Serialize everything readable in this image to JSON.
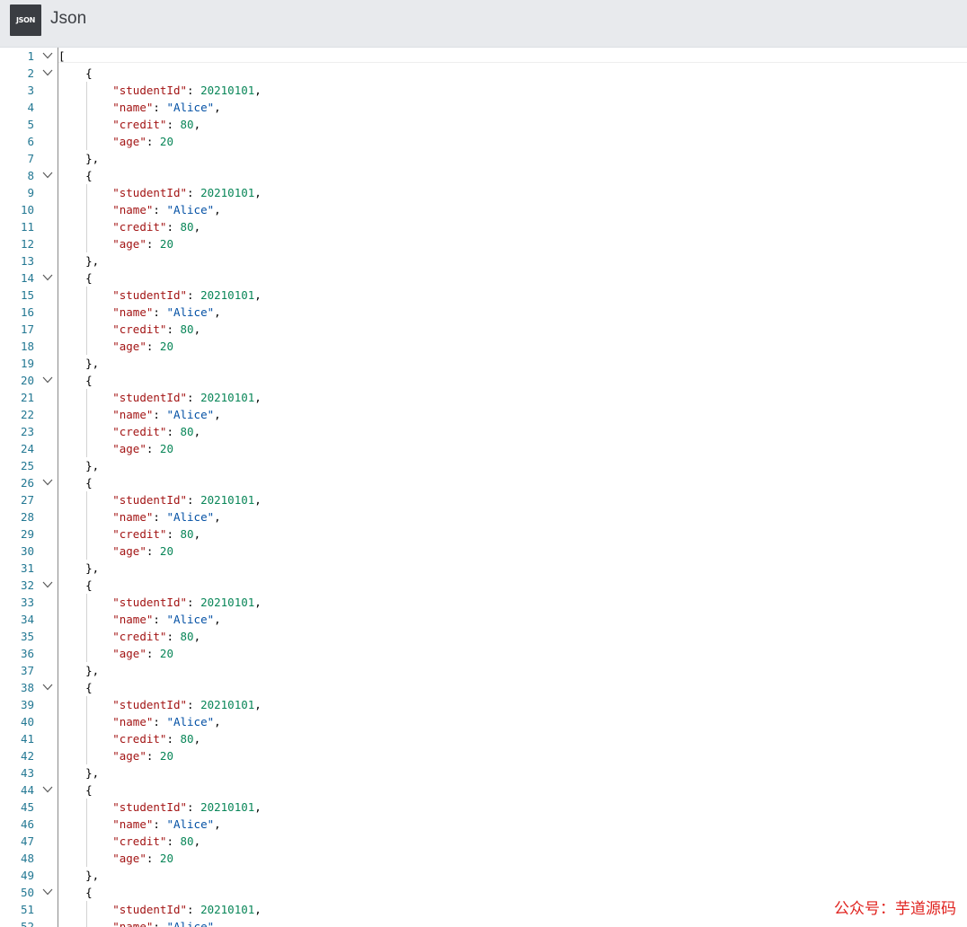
{
  "app": {
    "logo_text": "JSON",
    "title": "Json"
  },
  "editor": {
    "lines": [
      [
        "["
      ],
      [
        "    {"
      ],
      [
        "        ",
        {
          "t": "k",
          "v": "\"studentId\""
        },
        ": ",
        {
          "t": "n",
          "v": "20210101"
        },
        ","
      ],
      [
        "        ",
        {
          "t": "k",
          "v": "\"name\""
        },
        ": ",
        {
          "t": "s",
          "v": "\"Alice\""
        },
        ","
      ],
      [
        "        ",
        {
          "t": "k",
          "v": "\"credit\""
        },
        ": ",
        {
          "t": "n",
          "v": "80"
        },
        ","
      ],
      [
        "        ",
        {
          "t": "k",
          "v": "\"age\""
        },
        ": ",
        {
          "t": "n",
          "v": "20"
        }
      ],
      [
        "    },"
      ],
      [
        "    {"
      ],
      [
        "        ",
        {
          "t": "k",
          "v": "\"studentId\""
        },
        ": ",
        {
          "t": "n",
          "v": "20210101"
        },
        ","
      ],
      [
        "        ",
        {
          "t": "k",
          "v": "\"name\""
        },
        ": ",
        {
          "t": "s",
          "v": "\"Alice\""
        },
        ","
      ],
      [
        "        ",
        {
          "t": "k",
          "v": "\"credit\""
        },
        ": ",
        {
          "t": "n",
          "v": "80"
        },
        ","
      ],
      [
        "        ",
        {
          "t": "k",
          "v": "\"age\""
        },
        ": ",
        {
          "t": "n",
          "v": "20"
        }
      ],
      [
        "    },"
      ],
      [
        "    {"
      ],
      [
        "        ",
        {
          "t": "k",
          "v": "\"studentId\""
        },
        ": ",
        {
          "t": "n",
          "v": "20210101"
        },
        ","
      ],
      [
        "        ",
        {
          "t": "k",
          "v": "\"name\""
        },
        ": ",
        {
          "t": "s",
          "v": "\"Alice\""
        },
        ","
      ],
      [
        "        ",
        {
          "t": "k",
          "v": "\"credit\""
        },
        ": ",
        {
          "t": "n",
          "v": "80"
        },
        ","
      ],
      [
        "        ",
        {
          "t": "k",
          "v": "\"age\""
        },
        ": ",
        {
          "t": "n",
          "v": "20"
        }
      ],
      [
        "    },"
      ],
      [
        "    {"
      ],
      [
        "        ",
        {
          "t": "k",
          "v": "\"studentId\""
        },
        ": ",
        {
          "t": "n",
          "v": "20210101"
        },
        ","
      ],
      [
        "        ",
        {
          "t": "k",
          "v": "\"name\""
        },
        ": ",
        {
          "t": "s",
          "v": "\"Alice\""
        },
        ","
      ],
      [
        "        ",
        {
          "t": "k",
          "v": "\"credit\""
        },
        ": ",
        {
          "t": "n",
          "v": "80"
        },
        ","
      ],
      [
        "        ",
        {
          "t": "k",
          "v": "\"age\""
        },
        ": ",
        {
          "t": "n",
          "v": "20"
        }
      ],
      [
        "    },"
      ],
      [
        "    {"
      ],
      [
        "        ",
        {
          "t": "k",
          "v": "\"studentId\""
        },
        ": ",
        {
          "t": "n",
          "v": "20210101"
        },
        ","
      ],
      [
        "        ",
        {
          "t": "k",
          "v": "\"name\""
        },
        ": ",
        {
          "t": "s",
          "v": "\"Alice\""
        },
        ","
      ],
      [
        "        ",
        {
          "t": "k",
          "v": "\"credit\""
        },
        ": ",
        {
          "t": "n",
          "v": "80"
        },
        ","
      ],
      [
        "        ",
        {
          "t": "k",
          "v": "\"age\""
        },
        ": ",
        {
          "t": "n",
          "v": "20"
        }
      ],
      [
        "    },"
      ],
      [
        "    {"
      ],
      [
        "        ",
        {
          "t": "k",
          "v": "\"studentId\""
        },
        ": ",
        {
          "t": "n",
          "v": "20210101"
        },
        ","
      ],
      [
        "        ",
        {
          "t": "k",
          "v": "\"name\""
        },
        ": ",
        {
          "t": "s",
          "v": "\"Alice\""
        },
        ","
      ],
      [
        "        ",
        {
          "t": "k",
          "v": "\"credit\""
        },
        ": ",
        {
          "t": "n",
          "v": "80"
        },
        ","
      ],
      [
        "        ",
        {
          "t": "k",
          "v": "\"age\""
        },
        ": ",
        {
          "t": "n",
          "v": "20"
        }
      ],
      [
        "    },"
      ],
      [
        "    {"
      ],
      [
        "        ",
        {
          "t": "k",
          "v": "\"studentId\""
        },
        ": ",
        {
          "t": "n",
          "v": "20210101"
        },
        ","
      ],
      [
        "        ",
        {
          "t": "k",
          "v": "\"name\""
        },
        ": ",
        {
          "t": "s",
          "v": "\"Alice\""
        },
        ","
      ],
      [
        "        ",
        {
          "t": "k",
          "v": "\"credit\""
        },
        ": ",
        {
          "t": "n",
          "v": "80"
        },
        ","
      ],
      [
        "        ",
        {
          "t": "k",
          "v": "\"age\""
        },
        ": ",
        {
          "t": "n",
          "v": "20"
        }
      ],
      [
        "    },"
      ],
      [
        "    {"
      ],
      [
        "        ",
        {
          "t": "k",
          "v": "\"studentId\""
        },
        ": ",
        {
          "t": "n",
          "v": "20210101"
        },
        ","
      ],
      [
        "        ",
        {
          "t": "k",
          "v": "\"name\""
        },
        ": ",
        {
          "t": "s",
          "v": "\"Alice\""
        },
        ","
      ],
      [
        "        ",
        {
          "t": "k",
          "v": "\"credit\""
        },
        ": ",
        {
          "t": "n",
          "v": "80"
        },
        ","
      ],
      [
        "        ",
        {
          "t": "k",
          "v": "\"age\""
        },
        ": ",
        {
          "t": "n",
          "v": "20"
        }
      ],
      [
        "    },"
      ],
      [
        "    {"
      ],
      [
        "        ",
        {
          "t": "k",
          "v": "\"studentId\""
        },
        ": ",
        {
          "t": "n",
          "v": "20210101"
        },
        ","
      ],
      [
        "        ",
        {
          "t": "k",
          "v": "\"name\""
        },
        ": ",
        {
          "t": "s",
          "v": "\"Alice\""
        },
        ","
      ]
    ],
    "fold_lines": [
      1,
      2,
      8,
      14,
      20,
      26,
      32,
      38,
      44,
      50
    ],
    "colors": {
      "key": "#a31515",
      "number": "#098658",
      "string": "#0451a5",
      "line_number": "#237893"
    }
  },
  "watermark": "公众号：芋道源码"
}
